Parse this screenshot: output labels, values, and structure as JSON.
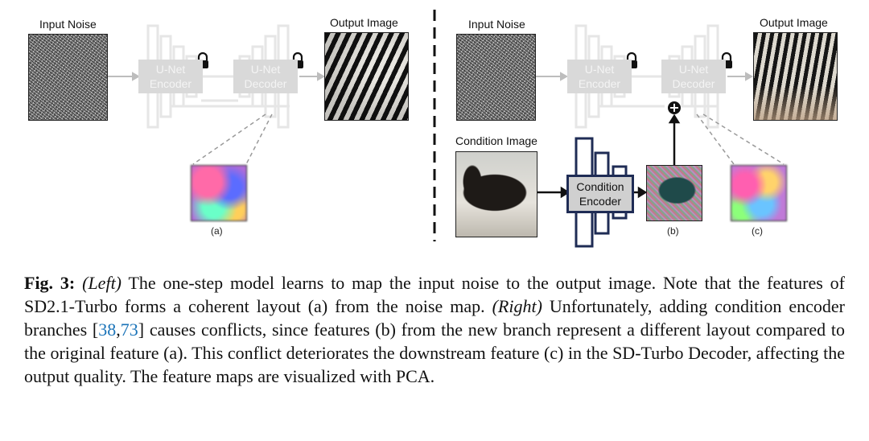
{
  "figure": {
    "left": {
      "input_label": "Input Noise",
      "output_label": "Output Image",
      "encoder_label": "U-Net\nEncoder",
      "decoder_label": "U-Net\nDecoder",
      "feature_label": "(a)"
    },
    "right": {
      "input_label": "Input Noise",
      "output_label": "Output Image",
      "encoder_label": "U-Net\nEncoder",
      "decoder_label": "U-Net\nDecoder",
      "condition_label": "Condition Image",
      "condition_encoder_label": "Condition\nEncoder",
      "feature_b_label": "(b)",
      "feature_c_label": "(c)",
      "plus_symbol": "+"
    },
    "colors": {
      "net_gray": "#d9d9d9",
      "cond_border": "#1f2c55",
      "link_blue": "#1a73b8"
    }
  },
  "caption": {
    "fig_label": "Fig. 3:",
    "left_tag": "(Left)",
    "part1": " The one-step model learns to map the input noise to the output image. Note that the features of SD2.1-Turbo forms a coherent layout (a) from the noise map. ",
    "right_tag": "(Right)",
    "part2": " Unfortunately, adding condition encoder branches [",
    "ref1": "38",
    "ref_sep": ",",
    "ref2": "73",
    "part3": "] causes conflicts, since features (b) from the new branch represent a different layout compared to the original feature (a). This conflict deteriorates the downstream feature (c) in the SD-Turbo Decoder, affecting the output quality. The feature maps are visualized with PCA."
  }
}
